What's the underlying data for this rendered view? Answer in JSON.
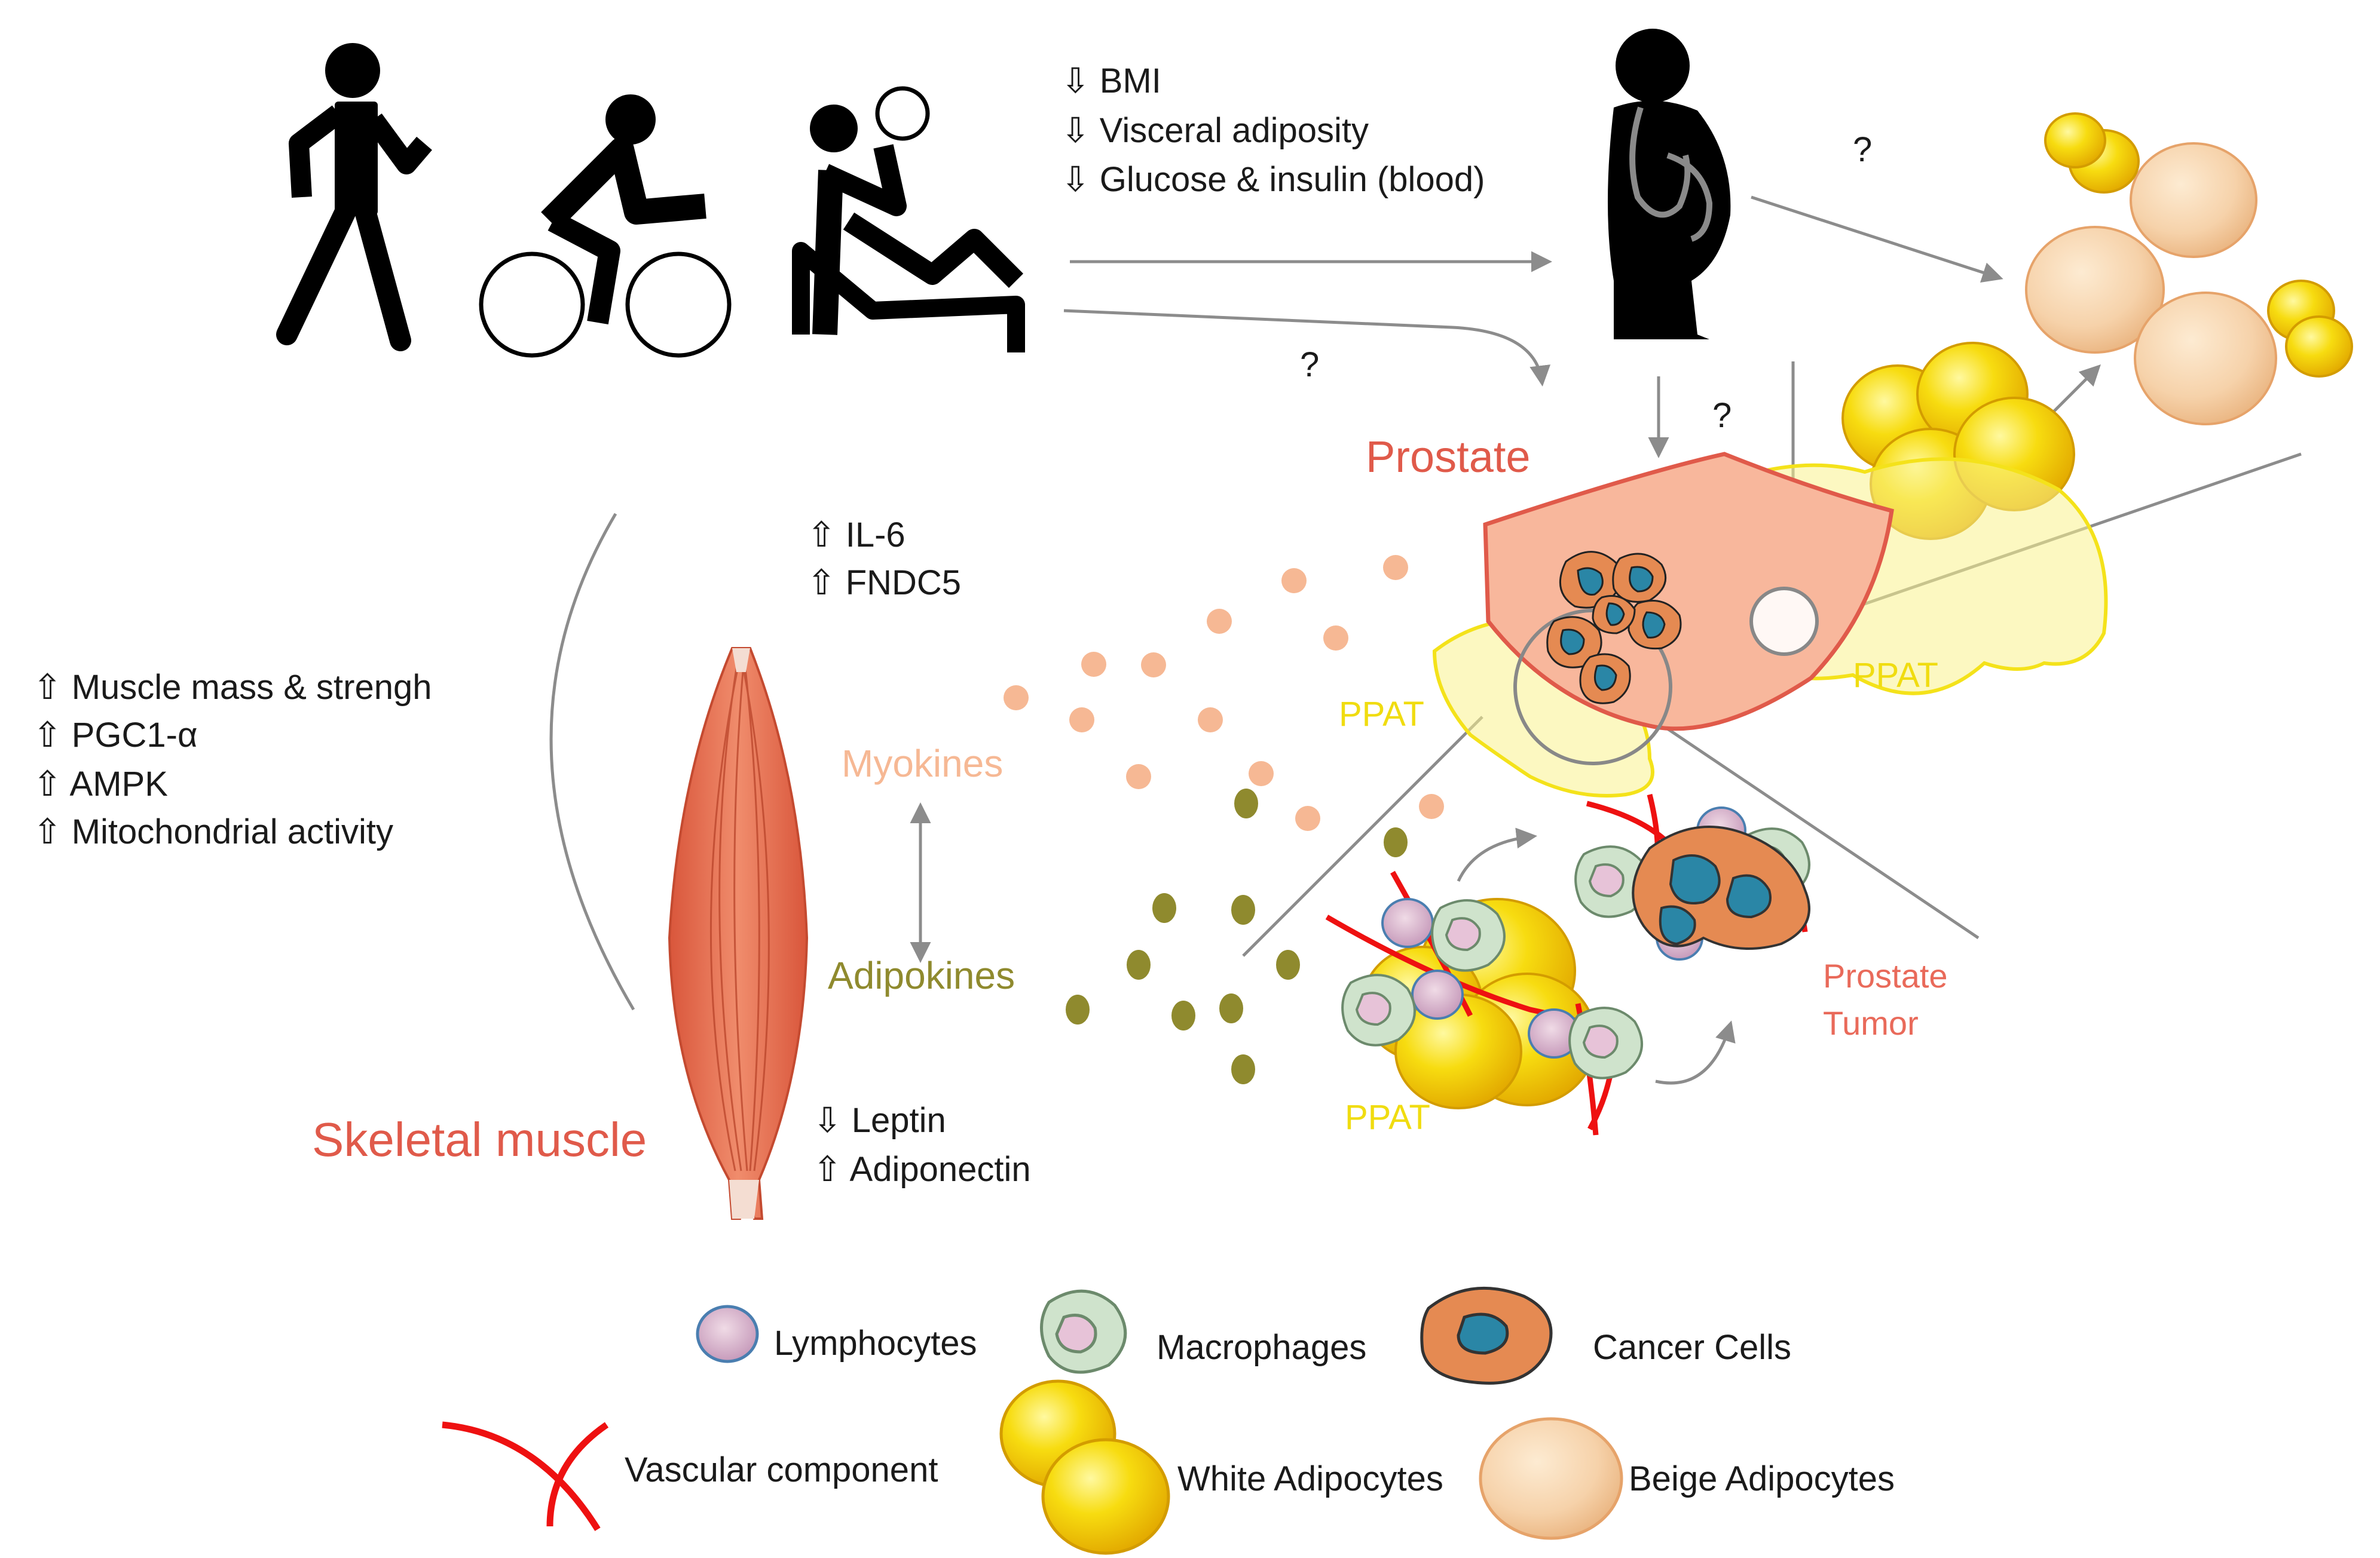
{
  "effects": {
    "systemic": [
      "⇩ BMI",
      "⇩ Visceral adiposity",
      "⇩ Glucose & insulin (blood)"
    ],
    "muscle": [
      "⇧ Muscle mass & strengh",
      "⇧ PGC1-α",
      "⇧ AMPK",
      "⇧ Mitochondrial activity"
    ],
    "myokines": [
      "⇧ IL-6",
      "⇧ FNDC5"
    ],
    "adipokines": [
      "⇩ Leptin",
      "⇧ Adiponectin"
    ]
  },
  "question_mark": "?",
  "labels": {
    "prostate": "Prostate",
    "ppat": "PPAT",
    "myokines": "Myokines",
    "adipokines": "Adipokines",
    "skeletal_muscle": "Skeletal muscle",
    "prostate_tumor_line1": "Prostate",
    "prostate_tumor_line2": "Tumor"
  },
  "legend": {
    "lymphocytes": "Lymphocytes",
    "macrophages": "Macrophages",
    "cancer_cells": "Cancer Cells",
    "vascular": "Vascular component",
    "white_adipocytes": "White Adipocytes",
    "beige_adipocytes": "Beige Adipocytes"
  },
  "colors": {
    "myokine": "#f6b894",
    "adipokine": "#8f8a2e",
    "ppat": "#f5e52a",
    "prostate_red": "#e05a4a",
    "tumor_text": "#e96a5a",
    "muscle": "#e5664a",
    "vessel": "#ee1111"
  }
}
